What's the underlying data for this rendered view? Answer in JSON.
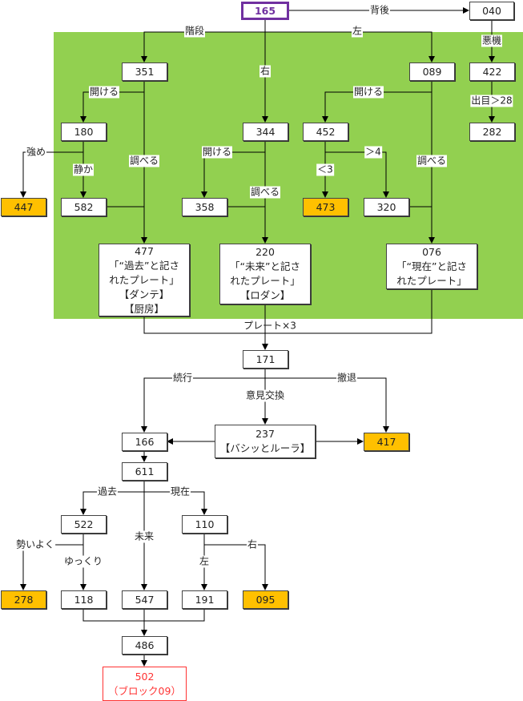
{
  "diagram": {
    "colors": {
      "panel": "#92d050",
      "start_border": "#7030a0",
      "terminal_fill": "#ffc000",
      "end_border": "#ff3333"
    },
    "nodes": {
      "n165": {
        "id": "165"
      },
      "n040": {
        "id": "040"
      },
      "n351": {
        "id": "351"
      },
      "n344": {
        "id": "344"
      },
      "n089": {
        "id": "089"
      },
      "n422": {
        "id": "422"
      },
      "n282": {
        "id": "282"
      },
      "n180": {
        "id": "180"
      },
      "n452": {
        "id": "452"
      },
      "n447": {
        "id": "447"
      },
      "n582": {
        "id": "582"
      },
      "n358": {
        "id": "358"
      },
      "n473": {
        "id": "473"
      },
      "n320": {
        "id": "320"
      },
      "n477": {
        "id": "477",
        "lines": [
          "「“過去”と記さ",
          "れたプレート」",
          "【ダンテ】",
          "【厨房】"
        ]
      },
      "n220": {
        "id": "220",
        "lines": [
          "「“未来”と記さ",
          "れたプレート」",
          "【ロダン】"
        ]
      },
      "n076": {
        "id": "076",
        "lines": [
          "「“現在”と記さ",
          "れたプレート」"
        ]
      },
      "n171": {
        "id": "171"
      },
      "n166": {
        "id": "166"
      },
      "n237": {
        "id": "237",
        "lines": [
          "【バシッとルーラ】"
        ]
      },
      "n417": {
        "id": "417"
      },
      "n611": {
        "id": "611"
      },
      "n522": {
        "id": "522"
      },
      "n110": {
        "id": "110"
      },
      "n278": {
        "id": "278"
      },
      "n118": {
        "id": "118"
      },
      "n547": {
        "id": "547"
      },
      "n191": {
        "id": "191"
      },
      "n095": {
        "id": "095"
      },
      "n486": {
        "id": "486"
      },
      "n502": {
        "id": "502",
        "lines": [
          "（ブロック09）"
        ]
      }
    },
    "edge_labels": {
      "back": "背後",
      "stairs": "階段",
      "right": "右",
      "left": "左",
      "evil": "悪機",
      "dice": "出目＞28",
      "open_351": "開ける",
      "open_344": "開ける",
      "open_089": "開ける",
      "strong": "強め",
      "quiet": "静か",
      "examine_351": "調べる",
      "examine_344": "調べる",
      "examine_089": "調べる",
      "gt4": "＞4",
      "lt3": "＜3",
      "plates": "プレート×3",
      "continue": "続行",
      "retreat": "撤退",
      "discuss": "意見交換",
      "past": "過去",
      "present": "現在",
      "future": "未来",
      "vigorous": "勢いよく",
      "slowly": "ゆっくり",
      "left_110": "左",
      "right_110": "右"
    }
  }
}
